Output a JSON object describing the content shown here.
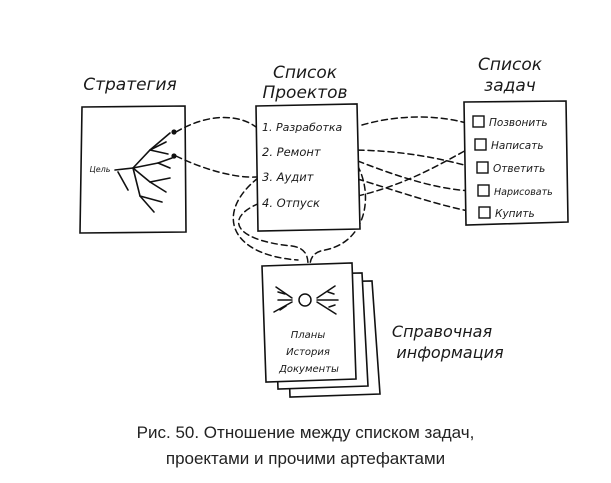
{
  "headings": {
    "strategy": "Стратегия",
    "projects_line1": "Список",
    "projects_line2": "Проектов",
    "tasks_line1": "Список",
    "tasks_line2": "задач",
    "reference_line1": "Справочная",
    "reference_line2": "информация"
  },
  "strategy_node": "Цель",
  "projects": [
    "1. Разработка",
    "2. Ремонт",
    "3. Аудит",
    "4. Отпуск"
  ],
  "tasks": [
    "Позвонить",
    "Написать",
    "Ответить",
    "Нарисовать",
    "Купить"
  ],
  "reference_items": [
    "Планы",
    "История",
    "Документы"
  ],
  "caption": {
    "line1": "Рис. 50. Отношение между списком задач,",
    "line2": "проектами и прочими артефактами"
  }
}
